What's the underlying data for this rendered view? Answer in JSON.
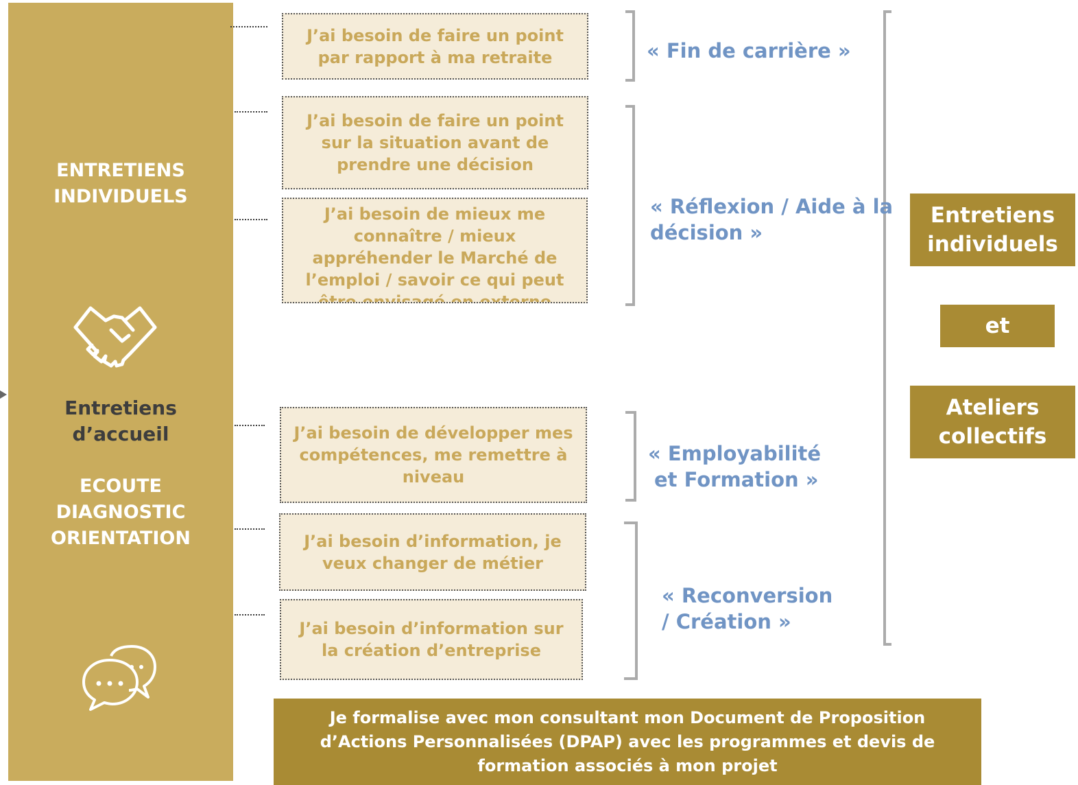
{
  "left_column": {
    "heading": [
      "ENTRETIENS",
      "INDIVIDUELS"
    ],
    "icon_top": "handshake-icon",
    "subheading": [
      "Entretiens",
      "d’accueil"
    ],
    "steps": [
      "ECOUTE",
      "DIAGNOSTIC",
      "ORIENTATION"
    ],
    "icon_bottom": "chat-bubbles-icon"
  },
  "needs": [
    "J’ai besoin de faire un point par rapport à ma retraite",
    "J’ai besoin de faire un point sur la situation avant de prendre une décision",
    "J’ai besoin de mieux me connaître / mieux appréhender le Marché de l’emploi / savoir ce qui peut être envisagé en externe",
    "J’ai besoin de développer mes compétences, me remettre à niveau",
    "J’ai besoin d’information, je veux changer de métier",
    "J’ai besoin d’information sur la création d’entreprise"
  ],
  "categories": [
    [
      "« Fin de carrière »"
    ],
    [
      "« Réflexion / Aide à la",
      "décision »"
    ],
    [
      "« Employabilité",
      "et Formation »"
    ],
    [
      "« Reconversion",
      "/ Création »"
    ]
  ],
  "right_column": {
    "box1": [
      "Entretiens",
      "individuels"
    ],
    "box2": "et",
    "box3": [
      "Ateliers",
      "collectifs"
    ]
  },
  "footer": {
    "lines": [
      "Je formalise avec mon consultant mon Document de Proposition",
      "d’Actions Personnalisées (DPAP) avec les programmes et devis de",
      "formation associés à mon projet"
    ]
  },
  "colors": {
    "left_panel": "#c9ac5d",
    "need_box_bg": "#f5ecd9",
    "need_text": "#c9a85a",
    "category_text": "#7094c4",
    "gold_box": "#a98b34",
    "bracket": "#ababab"
  }
}
